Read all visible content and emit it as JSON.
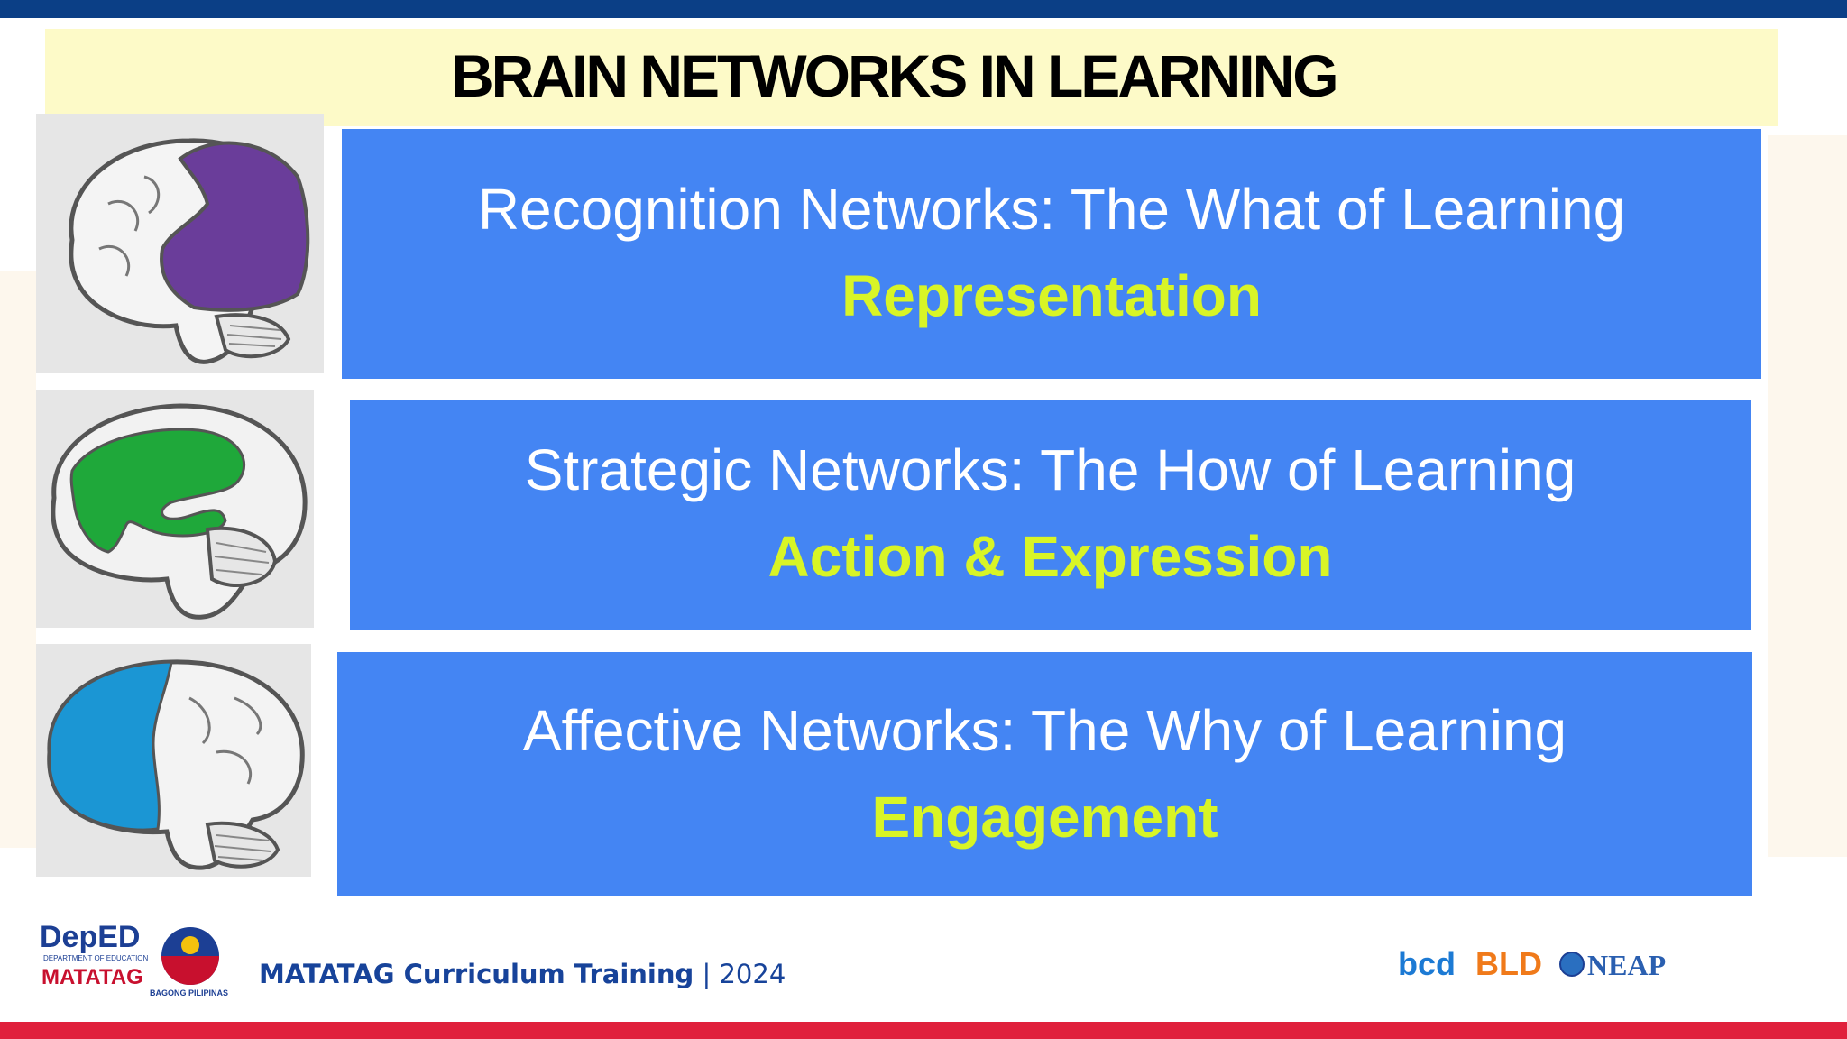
{
  "slide": {
    "title": "BRAIN NETWORKS IN LEARNING"
  },
  "networks": [
    {
      "title": "Recognition Networks: The What of Learning",
      "principle": "Representation",
      "region_color": "#6a3d9a"
    },
    {
      "title": "Strategic Networks: The How of Learning",
      "principle": "Action & Expression",
      "region_color": "#1fa83a"
    },
    {
      "title": "Affective Networks: The Why of Learning",
      "principle": "Engagement",
      "region_color": "#1b96d4"
    }
  ],
  "footer": {
    "program": "MATATAG Curriculum Training",
    "separator": "|",
    "year": "2024"
  },
  "logos": {
    "deped_top": "DepED",
    "deped_sub": "DEPARTMENT OF EDUCATION",
    "matatag": "MATATAG",
    "bagong": "BAGONG PILIPINAS",
    "bcd": "bcd",
    "bld": "BLD",
    "neap": "NEAP"
  },
  "colors": {
    "box_blue": "#4485f3",
    "principle_yellow": "#d8f526",
    "title_band": "#fdfac8",
    "top_bar": "#0b3f86",
    "bottom_bar": "#e0203c",
    "footer_text": "#17439a"
  }
}
